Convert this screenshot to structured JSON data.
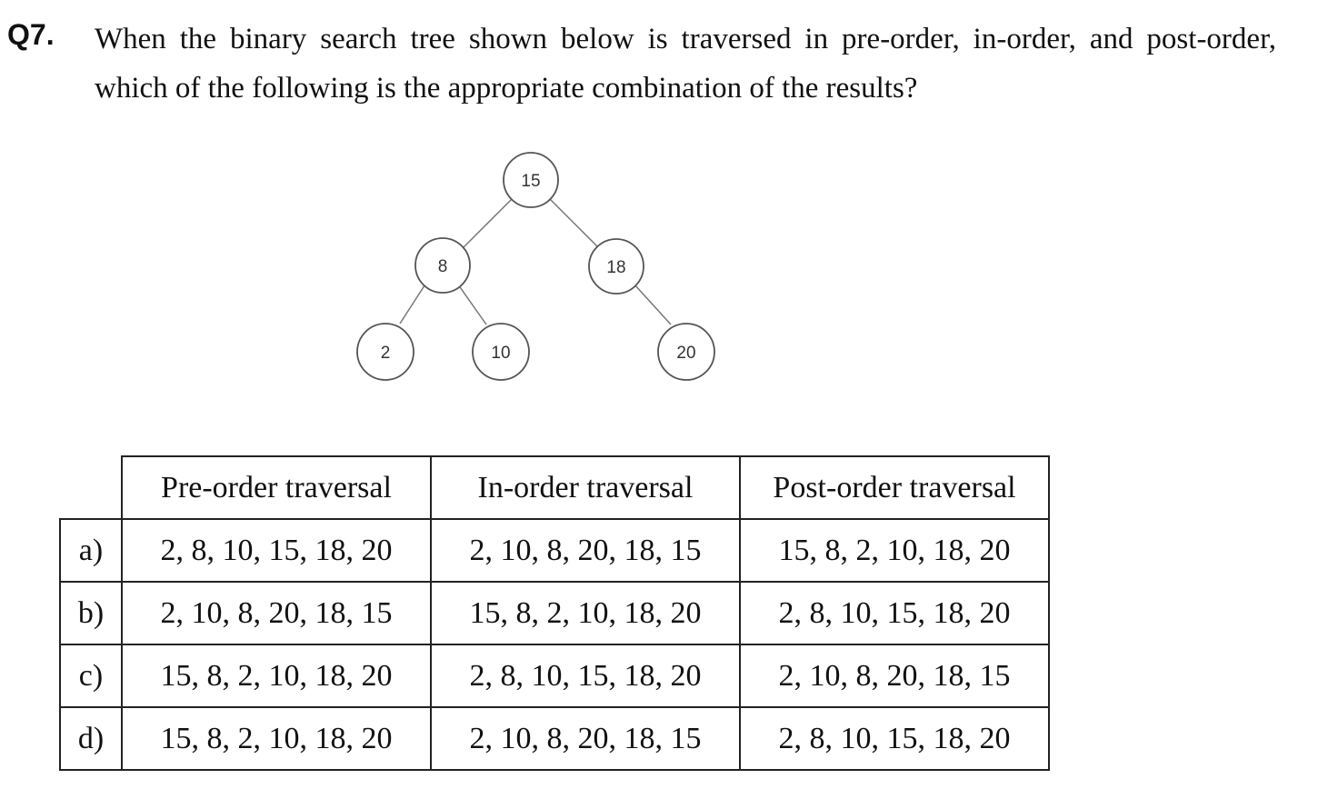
{
  "question": {
    "number": "Q7.",
    "text": "When the binary search tree shown below is traversed in pre-order, in-order, and post-order, which of the following is the appropriate combination of the results?"
  },
  "tree": {
    "nodes": {
      "root": "15",
      "left": "8",
      "right": "18",
      "left_left": "2",
      "left_right": "10",
      "right_right": "20"
    }
  },
  "table": {
    "headers": [
      "Pre-order traversal",
      "In-order traversal",
      "Post-order traversal"
    ],
    "rows": [
      {
        "label": "a)",
        "cells": [
          "2, 8, 10, 15, 18, 20",
          "2, 10, 8, 20, 18, 15",
          "15, 8, 2, 10, 18, 20"
        ]
      },
      {
        "label": "b)",
        "cells": [
          "2, 10, 8, 20, 18, 15",
          "15, 8, 2, 10, 18, 20",
          "2, 8, 10, 15, 18, 20"
        ]
      },
      {
        "label": "c)",
        "cells": [
          "15, 8, 2, 10, 18, 20",
          "2, 8, 10, 15, 18, 20",
          "2, 10, 8, 20, 18, 15"
        ]
      },
      {
        "label": "d)",
        "cells": [
          "15, 8, 2, 10, 18, 20",
          "2, 10, 8, 20, 18, 15",
          "2, 8, 10, 15, 18, 20"
        ]
      }
    ]
  }
}
